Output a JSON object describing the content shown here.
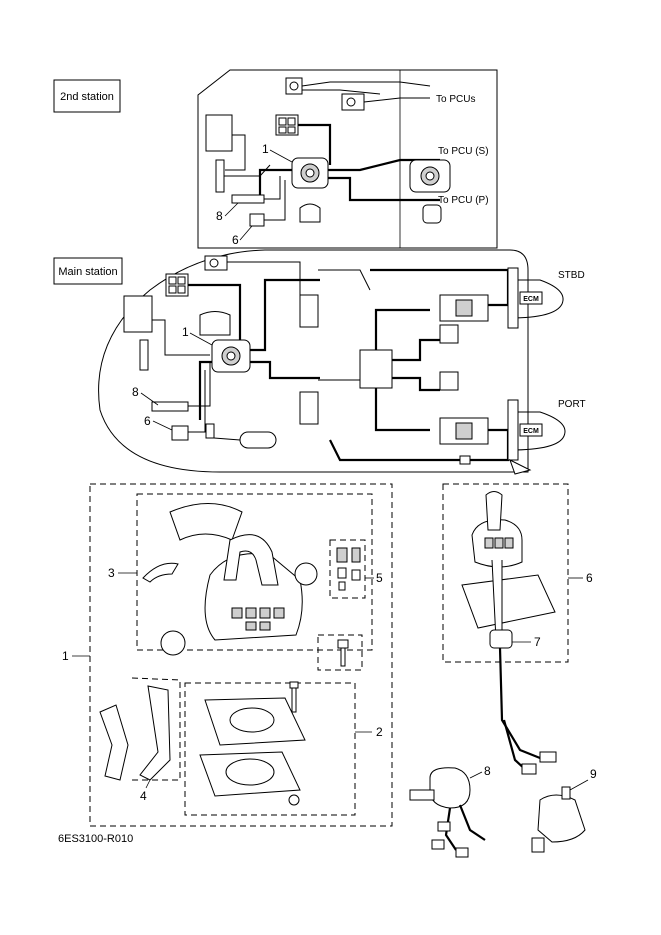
{
  "labels": {
    "second_station": "2nd station",
    "main_station": "Main station",
    "to_pcus": "To PCUs",
    "to_pcu_s": "To PCU (S)",
    "to_pcu_p": "To PCU (P)",
    "stbd": "STBD",
    "port": "PORT",
    "ecm": "ECM",
    "drawing_code": "6ES3100-R010"
  },
  "callouts": {
    "c1": "1",
    "c2": "2",
    "c3": "3",
    "c4": "4",
    "c5": "5",
    "c6": "6",
    "c7": "7",
    "c8": "8",
    "c9": "9"
  }
}
